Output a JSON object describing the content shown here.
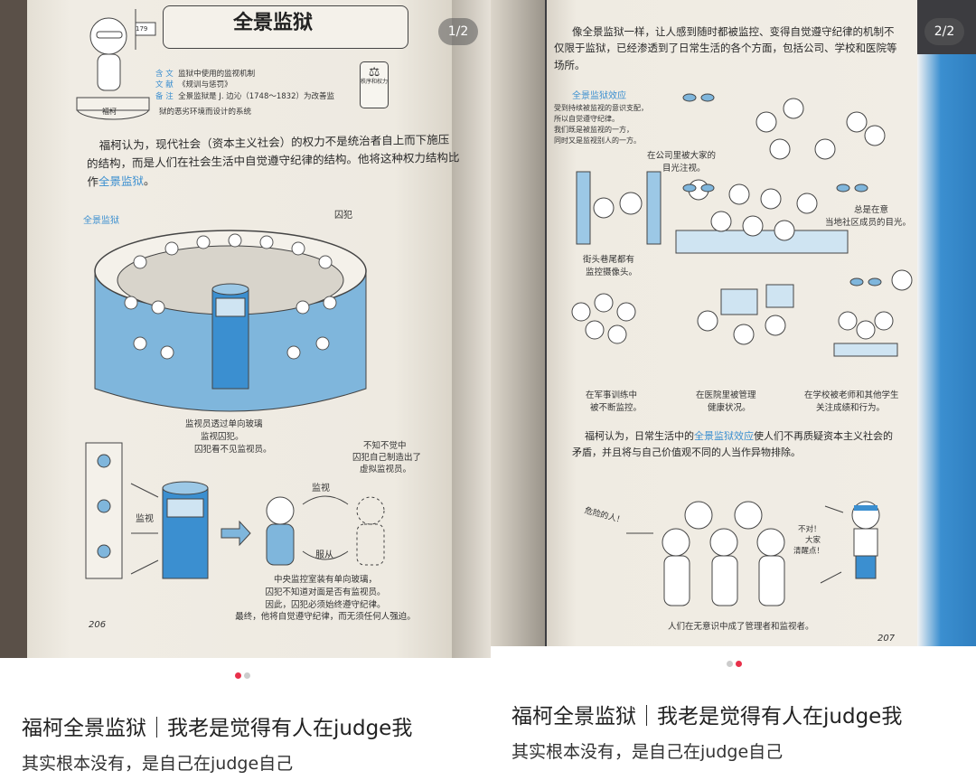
{
  "left_post": {
    "counter": "1/2",
    "book_page": {
      "title": "全景监狱",
      "flag_ref": "179",
      "statue_label": "福柯",
      "meta": [
        {
          "key": "含 文",
          "value": "监狱中使用的监视机制"
        },
        {
          "key": "文 献",
          "value": "《规训与惩罚》"
        },
        {
          "key": "备 注",
          "value": "全景监狱是 J. 边沁（1748～1832）为改善监"
        }
      ],
      "meta_cont": "狱的恶劣环境而设计的系统",
      "badge": "秩序和权力",
      "para_line1": "福柯认为，现代社会（资本主义社会）的权力不是统治者自上而下施压",
      "para_line2": "的结构，而是人们在社会生活中自觉遵守纪律的结构。他将这种权力结构比",
      "para_line3_prefix": "作",
      "para_line3_link": "全景监狱",
      "para_line3_suffix": "。",
      "section_label": "全景监狱",
      "prisoner_label": "囚犯",
      "guard_caption": [
        "监视员透过单向玻璃",
        "监视囚犯。",
        "囚犯看不见监视员。"
      ],
      "virtual_caption": [
        "不知不觉中",
        "囚犯自己制造出了",
        "虚拟监视员。"
      ],
      "watch_label": "监视",
      "watch_label_left": "监视",
      "obey_label": "服从",
      "bottom_caption": [
        "中央监控室装有单向玻璃，",
        "囚犯不知道对面是否有监视员。",
        "因此，囚犯必须始终遵守纪律。",
        "最终，他将自觉遵守纪律，而无须任何人强迫。"
      ],
      "page_number": "206"
    },
    "title": "福柯全景监狱｜我老是觉得有人在judge我",
    "subtitle": "其实根本没有，是自己在judge自己",
    "active_dot": 0
  },
  "right_post": {
    "counter": "2/2",
    "book_page": {
      "para_line1": "像全景监狱一样，让人感到随时都被监控、变得自觉遵守纪律的机制不",
      "para_line2": "仅限于监狱，已经渗透到了日常生活的各个方面，包括公司、学校和医院等",
      "para_line3": "场所。",
      "effect_title": "全景监狱效应",
      "effect_lines": [
        "受到持续被监视的意识支配，",
        "所以自觉遵守纪律。",
        "我们既是被监视的一方，",
        "同时又是监视别人的一方。"
      ],
      "captions": {
        "company": [
          "在公司里被大家的",
          "目光注视。"
        ],
        "community": [
          "总是在意",
          "当地社区成员的目光。"
        ],
        "street": [
          "街头巷尾都有",
          "监控摄像头。"
        ],
        "military": [
          "在军事训练中",
          "被不断监控。"
        ],
        "hospital": [
          "在医院里被管理",
          "健康状况。"
        ],
        "school": [
          "在学校被老师和其他学生",
          "关注成绩和行为。"
        ]
      },
      "para2_prefix": "福柯认为，日常生活中的",
      "para2_link": "全景监狱效应",
      "para2_suffix": "使人们不再质疑资本主义社会的",
      "para2_line2": "矛盾，并且将与自己价值观不同的人当作异物排除。",
      "crowd_shout": "危险的人！",
      "speaker_shout": [
        "不对！",
        "大家",
        "清醒点！"
      ],
      "bottom_caption": "人们在无意识中成了管理者和监视者。",
      "page_number": "207"
    },
    "title": "福柯全景监狱｜我老是觉得有人在judge我",
    "subtitle": "其实根本没有，是自己在judge自己",
    "active_dot": 1
  },
  "colors": {
    "accent_dot": "#e8304a",
    "book_blue": "#3b8fd0",
    "page": "#efebe2"
  }
}
